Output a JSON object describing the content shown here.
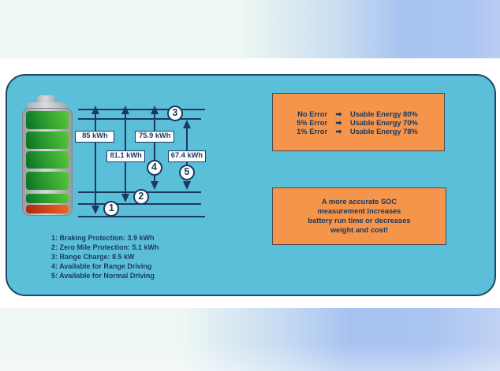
{
  "diagram_title": "Battery usable energy and SOC accuracy diagram",
  "colors": {
    "panel_fill": "#5cbfda",
    "panel_border": "#1d4763",
    "navy_ink": "#1b3a5f",
    "orange_box_fill": "#f5944b",
    "strip_mint": "#edf7f3",
    "strip_blue": "#a7c3f0",
    "battery_green": "#2f9e31",
    "battery_red": "#d2451b",
    "battery_silver": "#d5d7d8"
  },
  "battery_icon": {
    "segments": [
      "green",
      "green",
      "green",
      "green",
      "green",
      "red"
    ]
  },
  "energy_chart": {
    "value_labels": [
      "85 kWh",
      "75.9 kWh",
      "81.1 kWh",
      "67.4 kWh"
    ],
    "markers": [
      "1",
      "2",
      "3",
      "4",
      "5"
    ]
  },
  "legend": {
    "items": [
      "1: Braking Protection: 3.9 kWh",
      "2: Zero Mile Protection: 5.1 kWh",
      "3: Range Charge: 8.5 kW",
      "4: Available for Range Driving",
      "5: Available for Normal Driving"
    ]
  },
  "error_box": {
    "arrow_icon": "➡",
    "rows": [
      {
        "condition": "No Error",
        "result": "Usable Energy 80%"
      },
      {
        "condition": "5% Error",
        "result": "Usable Energy 70%"
      },
      {
        "condition": "1% Error",
        "result": "Usable Energy 78%"
      }
    ]
  },
  "message_box": {
    "lines": [
      "A more accurate SOC",
      "measurement increases",
      "battery run time or decreases",
      "weight and cost!"
    ]
  }
}
